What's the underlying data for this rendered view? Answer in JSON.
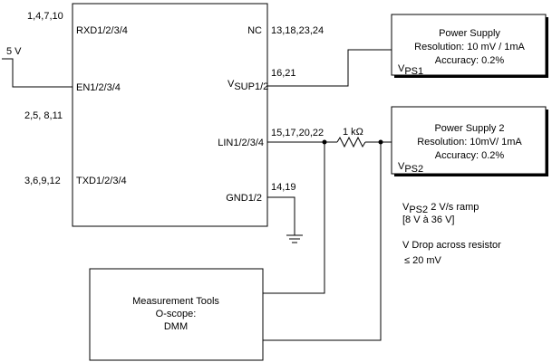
{
  "ic": {
    "pin_groups": {
      "rxd_pins": "1,4,7,10",
      "en_pins": "2,5, 8,11",
      "txd_pins": "3,6,9,12",
      "nc_pins": "13,18,23,24",
      "vsup_pins": "16,21",
      "lin_pins": "15,17,20,22",
      "gnd_pins": "14,19"
    },
    "labels": {
      "rxd": "RXD1/2/3/4",
      "en": "EN1/2/3/4",
      "txd": "TXD1/2/3/4",
      "nc": "NC",
      "vsup": "V",
      "vsup_sub": "SUP1/2",
      "lin": "LIN1/2/3/4",
      "gnd": "GND1/2"
    }
  },
  "enable_supply": "5 V",
  "resistor": "1 kΩ",
  "power_supply_1": {
    "title": "Power Supply",
    "resolution": "Resolution: 10 mV / 1mA",
    "accuracy": "Accuracy: 0.2%",
    "ref": "V",
    "ref_sub": "PS1"
  },
  "power_supply_2": {
    "title": "Power Supply 2",
    "resolution": "Resolution: 10mV/ 1mA",
    "accuracy": "Accuracy: 0.2%",
    "ref": "V",
    "ref_sub": "PS2"
  },
  "notes": {
    "ramp_v": "V",
    "ramp_sub": "PS2",
    "ramp_text": " 2 V/s ramp",
    "range": "[8 V à 36 V]",
    "drop_line1": "V Drop across resistor",
    "drop_line2": "≤ 20 mV"
  },
  "measurement": {
    "line1": "Measurement Tools",
    "line2": "O-scope:",
    "line3": "DMM"
  }
}
